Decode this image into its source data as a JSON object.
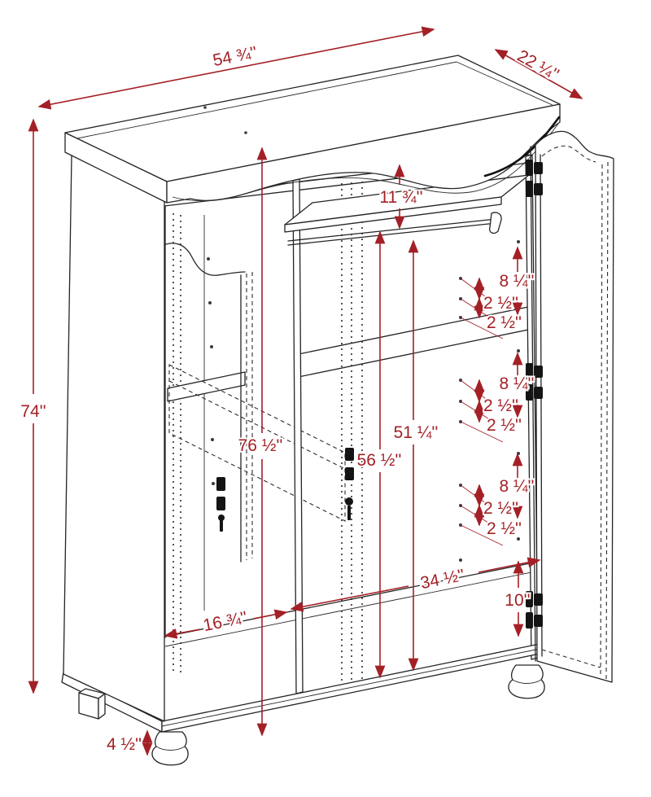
{
  "figure": {
    "title": "wardrobe-dimension-drawing",
    "units": "inches",
    "accent_color": "#a32026",
    "line_color": "#242424",
    "dims": {
      "top_width": "54 ¾''",
      "top_depth": "22 ¼''",
      "overall_height": "74''",
      "top_to_shelf": "11 ¾''",
      "pin_group_spacing": "8 ¼''",
      "pin_spacing": "2 ½''",
      "back_height": "76 ½''",
      "left_interior_height": "56 ½''",
      "right_interior_height": "51 ¼''",
      "right_interior_width": "34 ½''",
      "left_interior_width": "16 ¾''",
      "bottom_pin_offset": "10''",
      "foot_height": "4 ½''"
    }
  }
}
